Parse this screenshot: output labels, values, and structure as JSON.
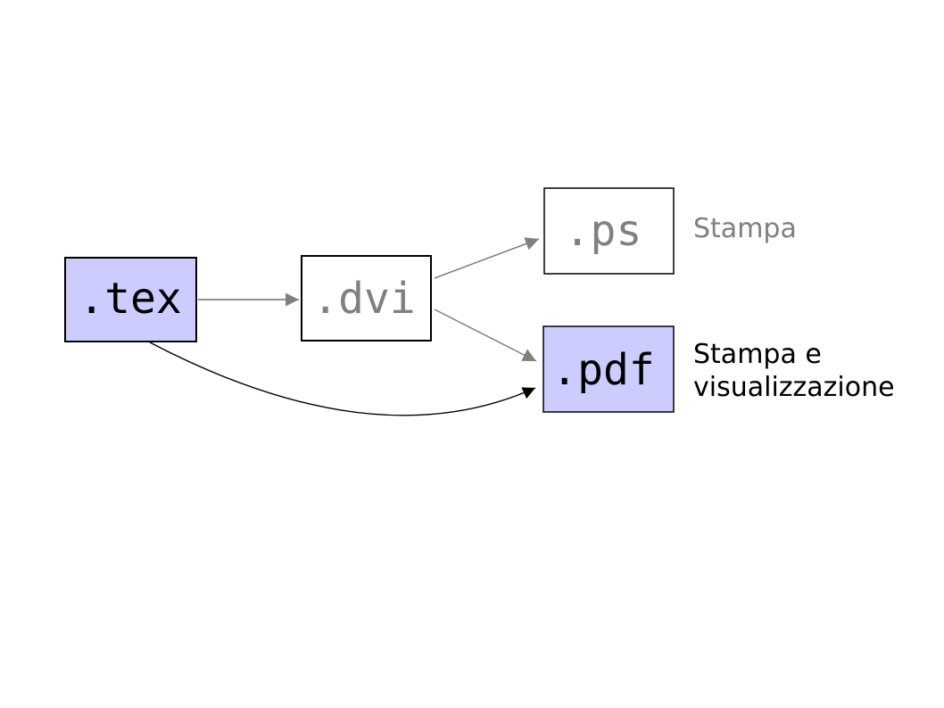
{
  "diagram": {
    "nodes": {
      "tex": {
        "label": ".tex",
        "highlighted": true
      },
      "dvi": {
        "label": ".dvi",
        "highlighted": false
      },
      "ps": {
        "label": ".ps",
        "highlighted": false
      },
      "pdf": {
        "label": ".pdf",
        "highlighted": true
      }
    },
    "annotations": {
      "ps_note": "Stampa",
      "pdf_note_line1": "Stampa e",
      "pdf_note_line2": "visualizzazione"
    },
    "edges": [
      {
        "from": "tex",
        "to": "dvi",
        "color": "gray",
        "style": "straight"
      },
      {
        "from": "dvi",
        "to": "ps",
        "color": "gray",
        "style": "straight"
      },
      {
        "from": "dvi",
        "to": "pdf",
        "color": "gray",
        "style": "straight"
      },
      {
        "from": "tex",
        "to": "pdf",
        "color": "black",
        "style": "curved"
      }
    ]
  },
  "colors": {
    "node_fill_highlight": "#ccccff",
    "node_fill_plain": "#ffffff",
    "node_border": "#000000",
    "arrow_gray": "#808080",
    "arrow_black": "#000000",
    "text_gray": "#808080",
    "text_black": "#000000",
    "background": "#ffffff"
  }
}
